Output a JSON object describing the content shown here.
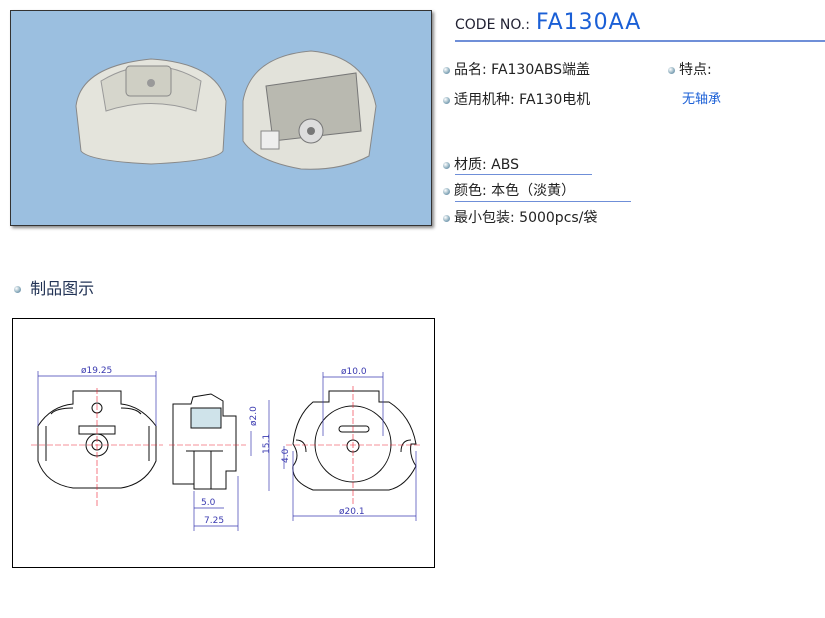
{
  "code": {
    "label": "CODE NO.:",
    "value": "FA130AA"
  },
  "specs": [
    {
      "label": "品名:",
      "value": "FA130ABS端盖"
    },
    {
      "label": "适用机种:",
      "value": "FA130电机"
    },
    {
      "label": "材质:",
      "value": "ABS"
    },
    {
      "label": "颜色:",
      "value": "本色（淡黄）"
    },
    {
      "label": "最小包装:",
      "value": "5000pcs/袋"
    }
  ],
  "features": {
    "label": "特点:",
    "value": "无轴承"
  },
  "section_title": "制品图示",
  "dims": {
    "d1": "ø19.25",
    "d2": "ø2.0",
    "d3": "15.1",
    "d4": "5.0",
    "d5": "7.25",
    "d6": "ø10.0",
    "d7": "4.0",
    "d8": "ø20.1"
  }
}
